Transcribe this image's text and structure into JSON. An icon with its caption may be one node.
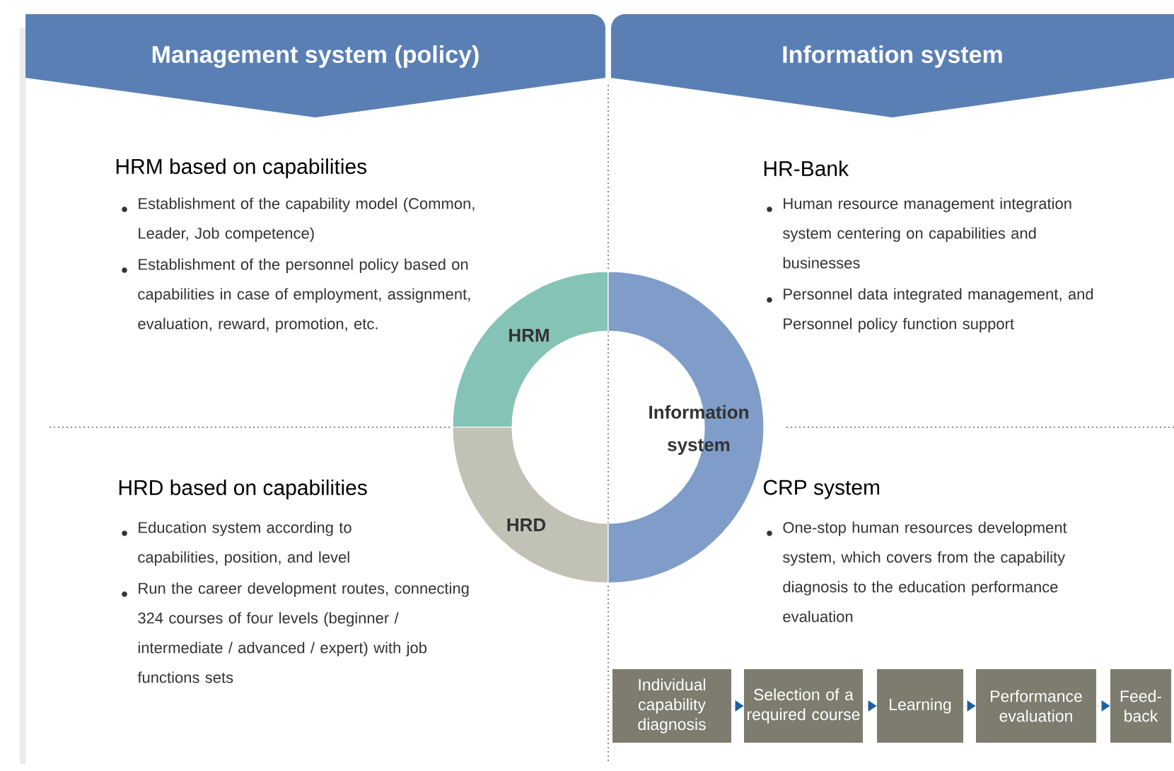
{
  "diagram": {
    "nodes": [
      {
        "text": [
          "Management system (policy)"
        ]
      },
      {
        "text": [
          "Information system"
        ]
      },
      {
        "text": [
          "HRM"
        ]
      },
      {
        "text": [
          "HRD"
        ]
      },
      {
        "text": [
          "Information system"
        ]
      },
      {
        "text": [
          "Individual capability diagnosis"
        ]
      },
      {
        "text": [
          "Selection of a required course"
        ]
      },
      {
        "text": [
          "Learning"
        ]
      },
      {
        "text": [
          "Performance evaluation"
        ]
      },
      {
        "text": [
          "Feed-back"
        ]
      }
    ],
    "edges": [
      {
        "from": 5,
        "to": 6,
        "arrow": "to"
      },
      {
        "from": 6,
        "to": 7,
        "arrow": "to"
      },
      {
        "from": 7,
        "to": 8,
        "arrow": "to"
      },
      {
        "from": 8,
        "to": 9,
        "arrow": "to"
      }
    ],
    "labels": [
      "HRM based on capabilities",
      "Establishment of the capability model (Common, Leader, Job competence)",
      "Establishment of the personnel policy based on capabilities in case of employment, assignment, evaluation, reward, promotion, etc.",
      "HRD based on capabilities",
      "Education system according to capabilities, position, and level",
      "Run the career development routes, connecting 324 courses of four levels (beginner / intermediate / advanced / expert) with job functions sets",
      "HR-Bank",
      "Human resource management integration system centering on capabilities and businesses",
      "Personnel data integrated management, and Personnel policy function support",
      "CRP system",
      "One-stop human resources development system, which covers from the capability diagnosis to the education performance evaluation"
    ]
  }
}
